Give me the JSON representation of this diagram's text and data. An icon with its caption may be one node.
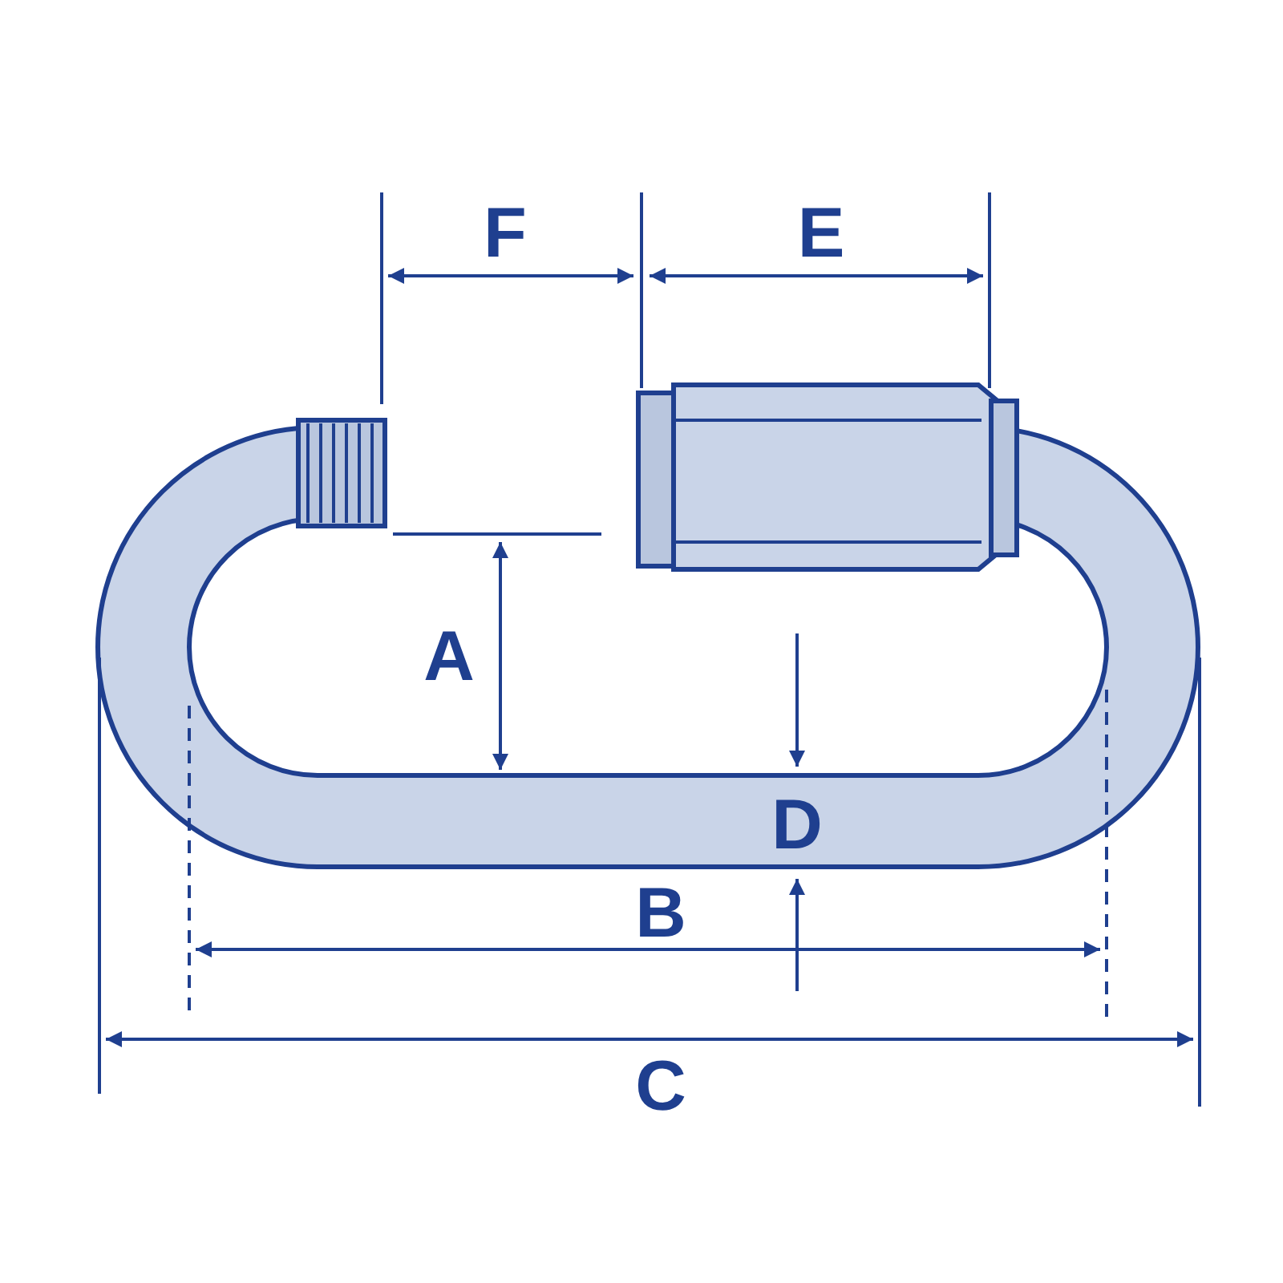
{
  "diagram": {
    "labels": [
      "F",
      "E",
      "A",
      "D",
      "B",
      "C"
    ]
  }
}
